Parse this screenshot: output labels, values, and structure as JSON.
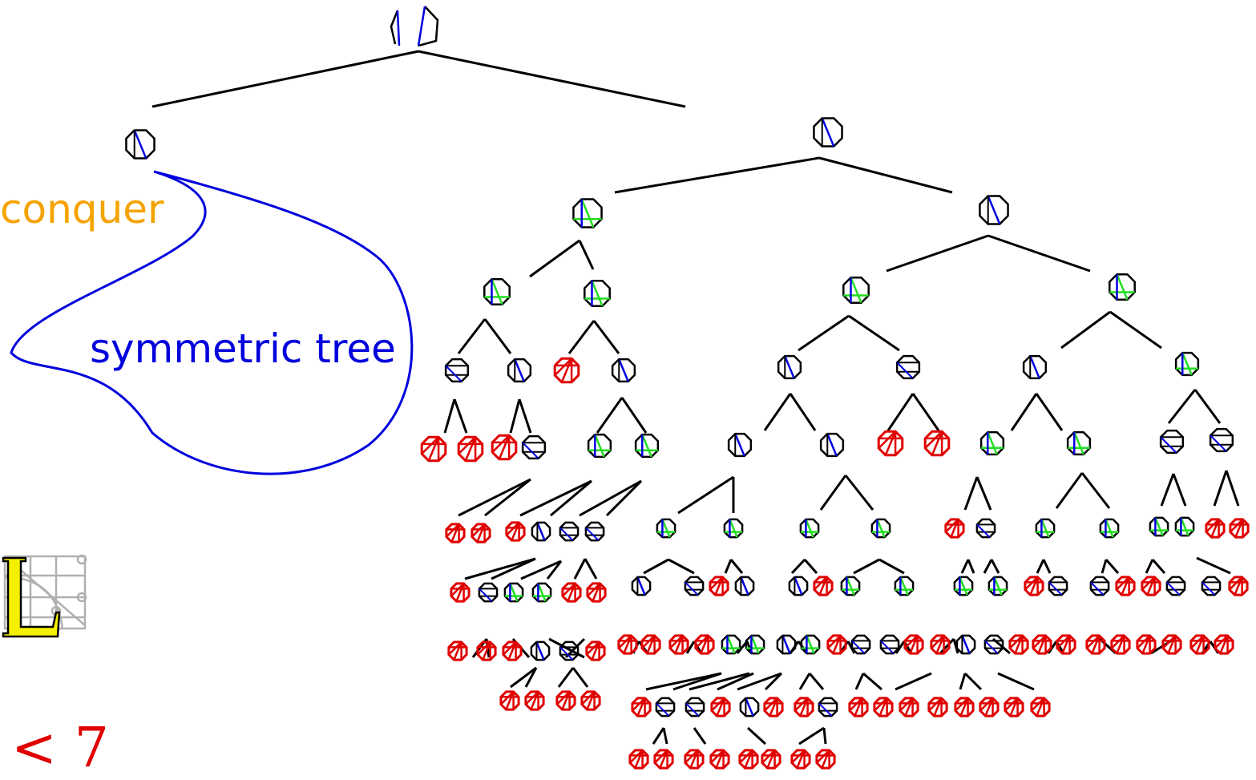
{
  "labels": {
    "conquer": "conquer",
    "symmetric_tree": "symmetric tree",
    "bound": "< 7"
  },
  "colors": {
    "conquer": "#f5a300",
    "symmetric_tree": "#0000dd",
    "bound": "#e00000",
    "edge": "#000000",
    "solved_node": "#e00000",
    "diagonal_blue": "#0000dd",
    "diagonal_green": "#22dd22",
    "logo_yellow": "#f5f000"
  },
  "icons": {
    "logo": "latex-L-logo-icon",
    "triangulation_node": "polygon-triangulation-icon"
  }
}
